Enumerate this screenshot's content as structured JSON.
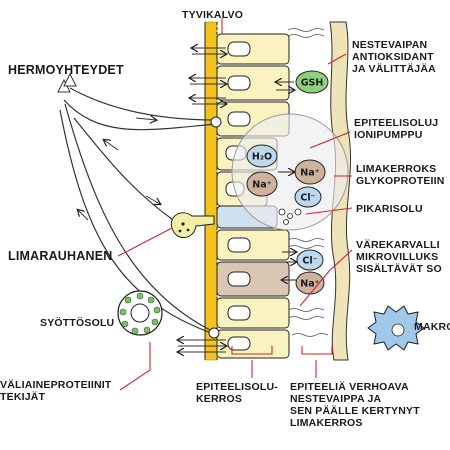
{
  "labels": {
    "tyvikalvo": "TYVIKALVO",
    "hermoyhteydet": "HERMOYHTEYDET",
    "limarauhanen": "LIMARAUHANEN",
    "syottosolu": "SYÖTTÖSOLU",
    "valiaineproteiinit_1": "VÄLIAINEPROTEIINIT",
    "valiaineproteiinit_2": "TEKIJÄT",
    "nestevaippa_1": "NESTEVAIPAN",
    "nestevaippa_2": "ANTIOKSIDANT",
    "nestevaippa_3": "JA VÄLITTÄJÄA",
    "ionipumppu_1": "EPITEELISOLUJ",
    "ionipumppu_2": "IONIPUMPPU",
    "limakerros_1": "LIMAKERROKS",
    "limakerros_2": "GLYKOPROTEIIN",
    "pikarisolu": "PIKARISOLU",
    "varekarva_1": "VÄREKARVALLI",
    "varekarva_2": "MIKROVILLUKS",
    "varekarva_3": "SISÄLTÄVÄT SO",
    "makro": "MAKRO",
    "epiteelisolukerros_1": "EPITEELISOLU-",
    "epiteelisolukerros_2": "KERROS",
    "verhoava_1": "EPITEELIÄ VERHOAVA",
    "verhoava_2": "NESTEVAIPPA JA",
    "verhoava_3": "SEN PÄÄLLE KERTYNYT",
    "verhoava_4": "LIMAKERROS"
  },
  "molecules": {
    "gsh": "GSH",
    "h2o": "H₂O",
    "na_1": "Na⁺",
    "na_2": "Na⁺",
    "cl_1": "Cl⁻",
    "cl_2": "Cl⁻",
    "na_3": "Na⁺"
  },
  "colors": {
    "basement_membrane": "#f3c21c",
    "epithelial_cell": "#faf3bf",
    "goblet_cell": "#cfe0ee",
    "brown_cell": "#d9c7b3",
    "mucus_layer": "#efe3b8",
    "gsh_bubble": "#8fd17c",
    "blue_bubble": "#bcd9ef",
    "brown_bubble": "#cdb39b",
    "macrophage": "#9fc8ea",
    "gland": "#f2efa5",
    "mast_cell_granule": "#7fbf6a",
    "pointer_line": "#d7232a",
    "outline": "#222222"
  }
}
